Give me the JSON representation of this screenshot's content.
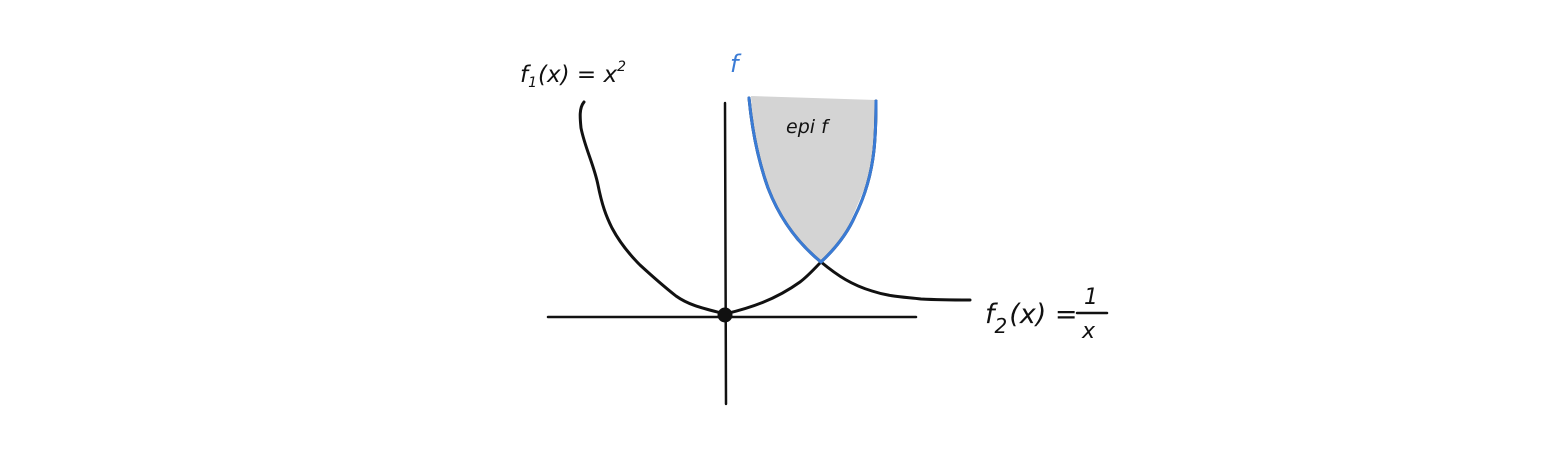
{
  "labels": {
    "f1_name": "f",
    "f1_sub": "1",
    "f1_rest": "(x) = x",
    "f1_sup": "2",
    "f_label": "f",
    "epi_label": "epi f",
    "f2_name": "f",
    "f2_sub": "2",
    "f2_rest": "(x) =",
    "f2_num": "1",
    "f2_den": "x"
  },
  "colors": {
    "ink": "#111111",
    "highlight": "#3a7bd5",
    "epi_fill": "#d4d4d4"
  }
}
